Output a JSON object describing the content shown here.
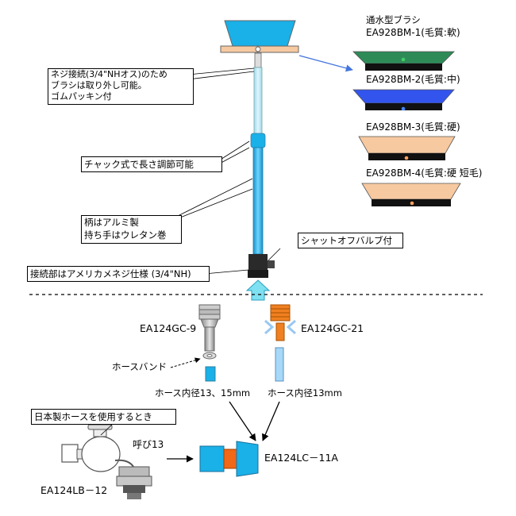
{
  "brushes": {
    "title": "通水型ブラシ",
    "items": [
      {
        "label": "EA928BM-1(毛質:軟)",
        "color": "#2e8b57"
      },
      {
        "label": "EA928BM-2(毛質:中)",
        "color": "#3355ee"
      },
      {
        "label": "EA928BM-3(毛質:硬)",
        "color": "#f7c9a0"
      },
      {
        "label": "EA928BM-4(毛質:硬 短毛)",
        "color": "#f7c9a0"
      }
    ]
  },
  "callouts": {
    "thread": "ネジ接続(3/4\"NHオス)のため\nブラシは取り外し可能。\nゴムパッキン付",
    "chuck": "チャック式で長さ調節可能",
    "handle": "柄はアルミ製\n持ち手はウレタン巻",
    "shutoff": "シャットオフバルブ付",
    "connector": "接続部はアメリカメネジ仕様 (3/4\"NH)"
  },
  "parts": {
    "gc9": "EA124GC-9",
    "gc21": "EA124GC-21",
    "hose_band": "ホースバンド",
    "hose_13_15": "ホース内径13、15mm",
    "hose_13": "ホース内径13mm",
    "japan_hose": "日本製ホースを使用するとき",
    "yobi": "呼び13",
    "lb12": "EA124LB－12",
    "lc11a": "EA124LC－11A"
  },
  "colors": {
    "cyan": "#1ab0e8",
    "orange": "#f08020",
    "peach": "#f7c9a0",
    "arrow_blue": "#4477dd",
    "gray": "#b8b8b8"
  }
}
